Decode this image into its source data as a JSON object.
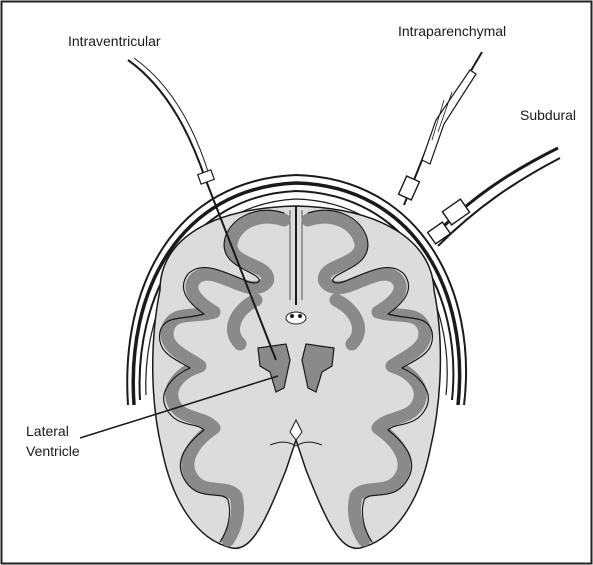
{
  "labels": {
    "intraventricular": "Intraventricular",
    "intraparenchymal": "Intraparenchymal",
    "subdural": "Subdural",
    "lateral_ventricle_line1": "Lateral",
    "lateral_ventricle_line2": "Ventricle"
  },
  "colors": {
    "cortex_fill": "#8a8a8a",
    "white_matter_fill": "#dcdcdc",
    "ventricle_fill": "#8a8a8a",
    "line": "#1a1a1a",
    "border": "#222222"
  }
}
